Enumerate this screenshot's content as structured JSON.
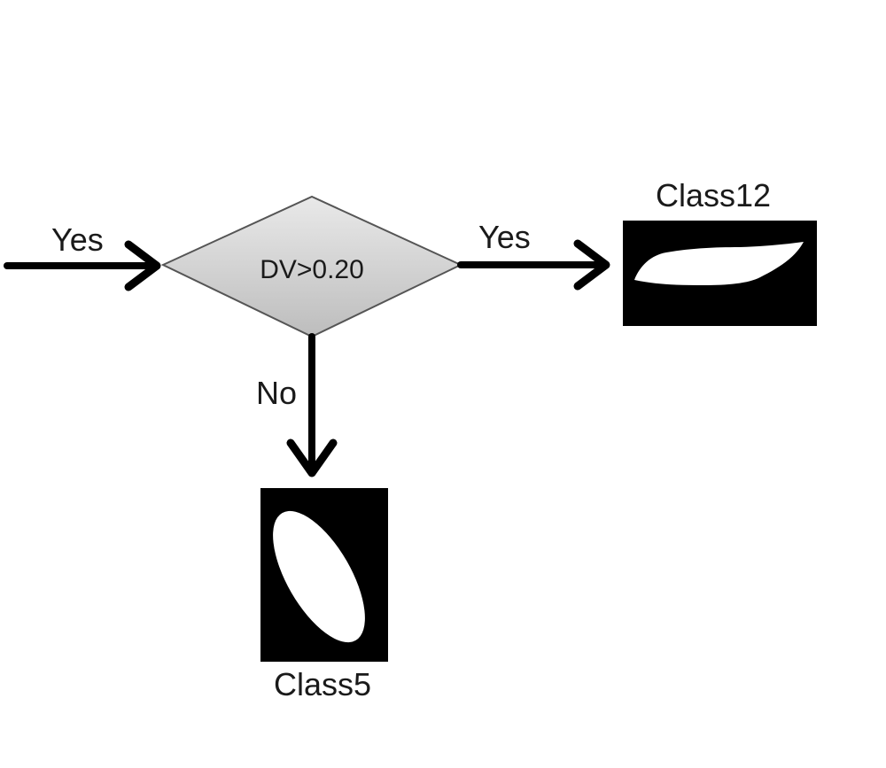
{
  "diagram": {
    "decision": {
      "condition": "DV>0.20"
    },
    "incoming_edge": {
      "label": "Yes"
    },
    "yes_edge": {
      "label": "Yes"
    },
    "no_edge": {
      "label": "No"
    },
    "outcome_right": {
      "label": "Class12",
      "image": "elongated-leaf-silhouette"
    },
    "outcome_bottom": {
      "label": "Class5",
      "image": "oval-silhouette"
    }
  }
}
